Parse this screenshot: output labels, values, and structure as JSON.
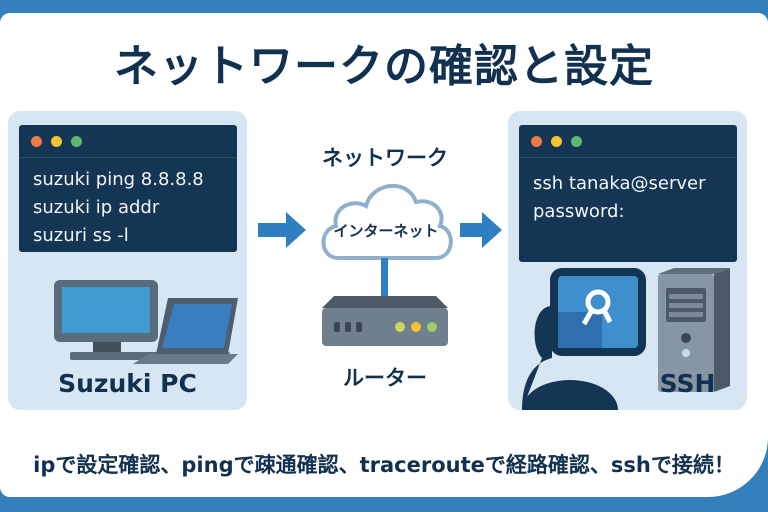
{
  "title": "ネットワークの確認と設定",
  "left_panel": {
    "terminal_lines": [
      "suzuki ping 8.8.8.8",
      "suzuki ip addr",
      "suzuri ss -l"
    ],
    "label": "Suzuki PC"
  },
  "middle": {
    "network_label": "ネットワーク",
    "cloud_label": "インターネット",
    "router_label": "ルーター"
  },
  "right_panel": {
    "terminal_lines": [
      "ssh tanaka@server",
      "password:"
    ],
    "label": "SSH"
  },
  "footer": "ipで設定確認、pingで疎通確認、tracerouteで経路確認、sshで接続！",
  "colors": {
    "brand_blue": "#3380bd",
    "navy": "#12304f",
    "panel_bg": "#d6e6f3",
    "terminal_bg": "#143553",
    "dot_red": "#f07a45",
    "dot_yellow": "#f5c230",
    "dot_green": "#5cb870"
  }
}
